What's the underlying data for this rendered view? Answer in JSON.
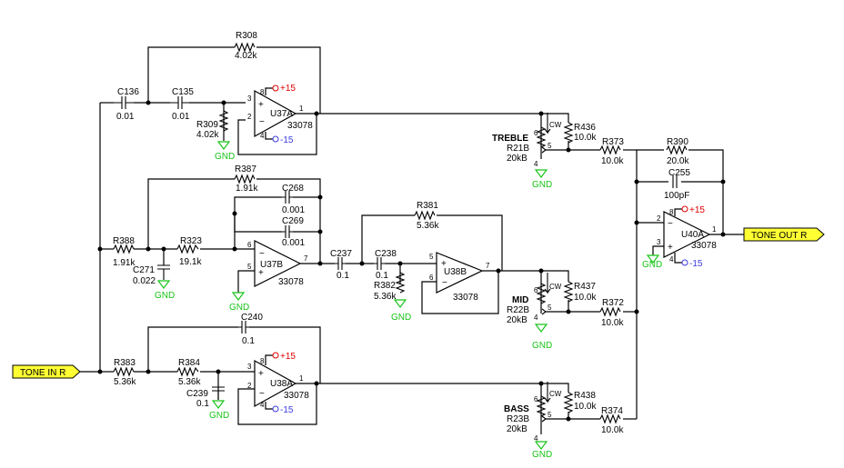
{
  "ports": {
    "input": "TONE IN R",
    "output": "TONE OUT R"
  },
  "supplies": {
    "pos": "+15",
    "neg": "-15"
  },
  "ground_label": "GND",
  "pots": {
    "treble": {
      "label": "TREBLE",
      "ref": "R21B",
      "value": "20kB"
    },
    "mid": {
      "label": "MID",
      "ref": "R22B",
      "value": "20kB"
    },
    "bass": {
      "label": "BASS",
      "ref": "R23B",
      "value": "20kB"
    },
    "cw": "CW",
    "pins": {
      "a": "6",
      "b": "4",
      "w": "5"
    }
  },
  "components": {
    "R308": {
      "ref": "R308",
      "value": "4.02k"
    },
    "C136": {
      "ref": "C136",
      "value": "0.01"
    },
    "C135": {
      "ref": "C135",
      "value": "0.01"
    },
    "R309": {
      "ref": "R309",
      "value": "4.02k"
    },
    "R436": {
      "ref": "R436",
      "value": "10.0k"
    },
    "R373": {
      "ref": "R373",
      "value": "10.0k"
    },
    "R390": {
      "ref": "R390",
      "value": "20.0k"
    },
    "C255": {
      "ref": "C255",
      "value": "100pF"
    },
    "R387": {
      "ref": "R387",
      "value": "1.91k"
    },
    "C268": {
      "ref": "C268",
      "value": "0.001"
    },
    "C269": {
      "ref": "C269",
      "value": "0.001"
    },
    "R381": {
      "ref": "R381",
      "value": "5.36k"
    },
    "R388": {
      "ref": "R388",
      "value": "1.91k"
    },
    "R323": {
      "ref": "R323",
      "value": "19.1k"
    },
    "C271": {
      "ref": "C271",
      "value": "0.022"
    },
    "C237": {
      "ref": "C237",
      "value": "0.1"
    },
    "C238": {
      "ref": "C238",
      "value": "0.1"
    },
    "R382": {
      "ref": "R382",
      "value": "5.36k"
    },
    "R437": {
      "ref": "R437",
      "value": "10.0k"
    },
    "R372": {
      "ref": "R372",
      "value": "10.0k"
    },
    "C240": {
      "ref": "C240",
      "value": "0.1"
    },
    "R383": {
      "ref": "R383",
      "value": "5.36k"
    },
    "R384": {
      "ref": "R384",
      "value": "5.36k"
    },
    "C239": {
      "ref": "C239",
      "value": "0.1"
    },
    "R438": {
      "ref": "R438",
      "value": "10.0k"
    },
    "R374": {
      "ref": "R374",
      "value": "10.0k"
    }
  },
  "opamps": {
    "U37A": {
      "ref": "U37A",
      "part": "33078",
      "pins": {
        "in_p": "3",
        "in_n": "2",
        "out": "1",
        "vp": "8",
        "vn": "4"
      }
    },
    "U37B": {
      "ref": "U37B",
      "part": "33078",
      "pins": {
        "in_n": "6",
        "in_p": "5",
        "out": "7"
      }
    },
    "U38B": {
      "ref": "U38B",
      "part": "33078",
      "pins": {
        "in_p": "5",
        "in_n": "6",
        "out": "7"
      }
    },
    "U38A": {
      "ref": "U38A",
      "part": "33078",
      "pins": {
        "in_p": "3",
        "in_n": "2",
        "out": "1",
        "vp": "8",
        "vn": "4"
      }
    },
    "U40A": {
      "ref": "U40A",
      "part": "33078",
      "pins": {
        "in_n": "2",
        "in_p": "3",
        "out": "1",
        "vp": "8",
        "vn": "4"
      }
    }
  },
  "colors": {
    "wire": "#000000",
    "ground": "#18c418",
    "positive_supply": "#e00000",
    "negative_supply": "#3a3ae0",
    "port_fill": "#ffff33"
  }
}
